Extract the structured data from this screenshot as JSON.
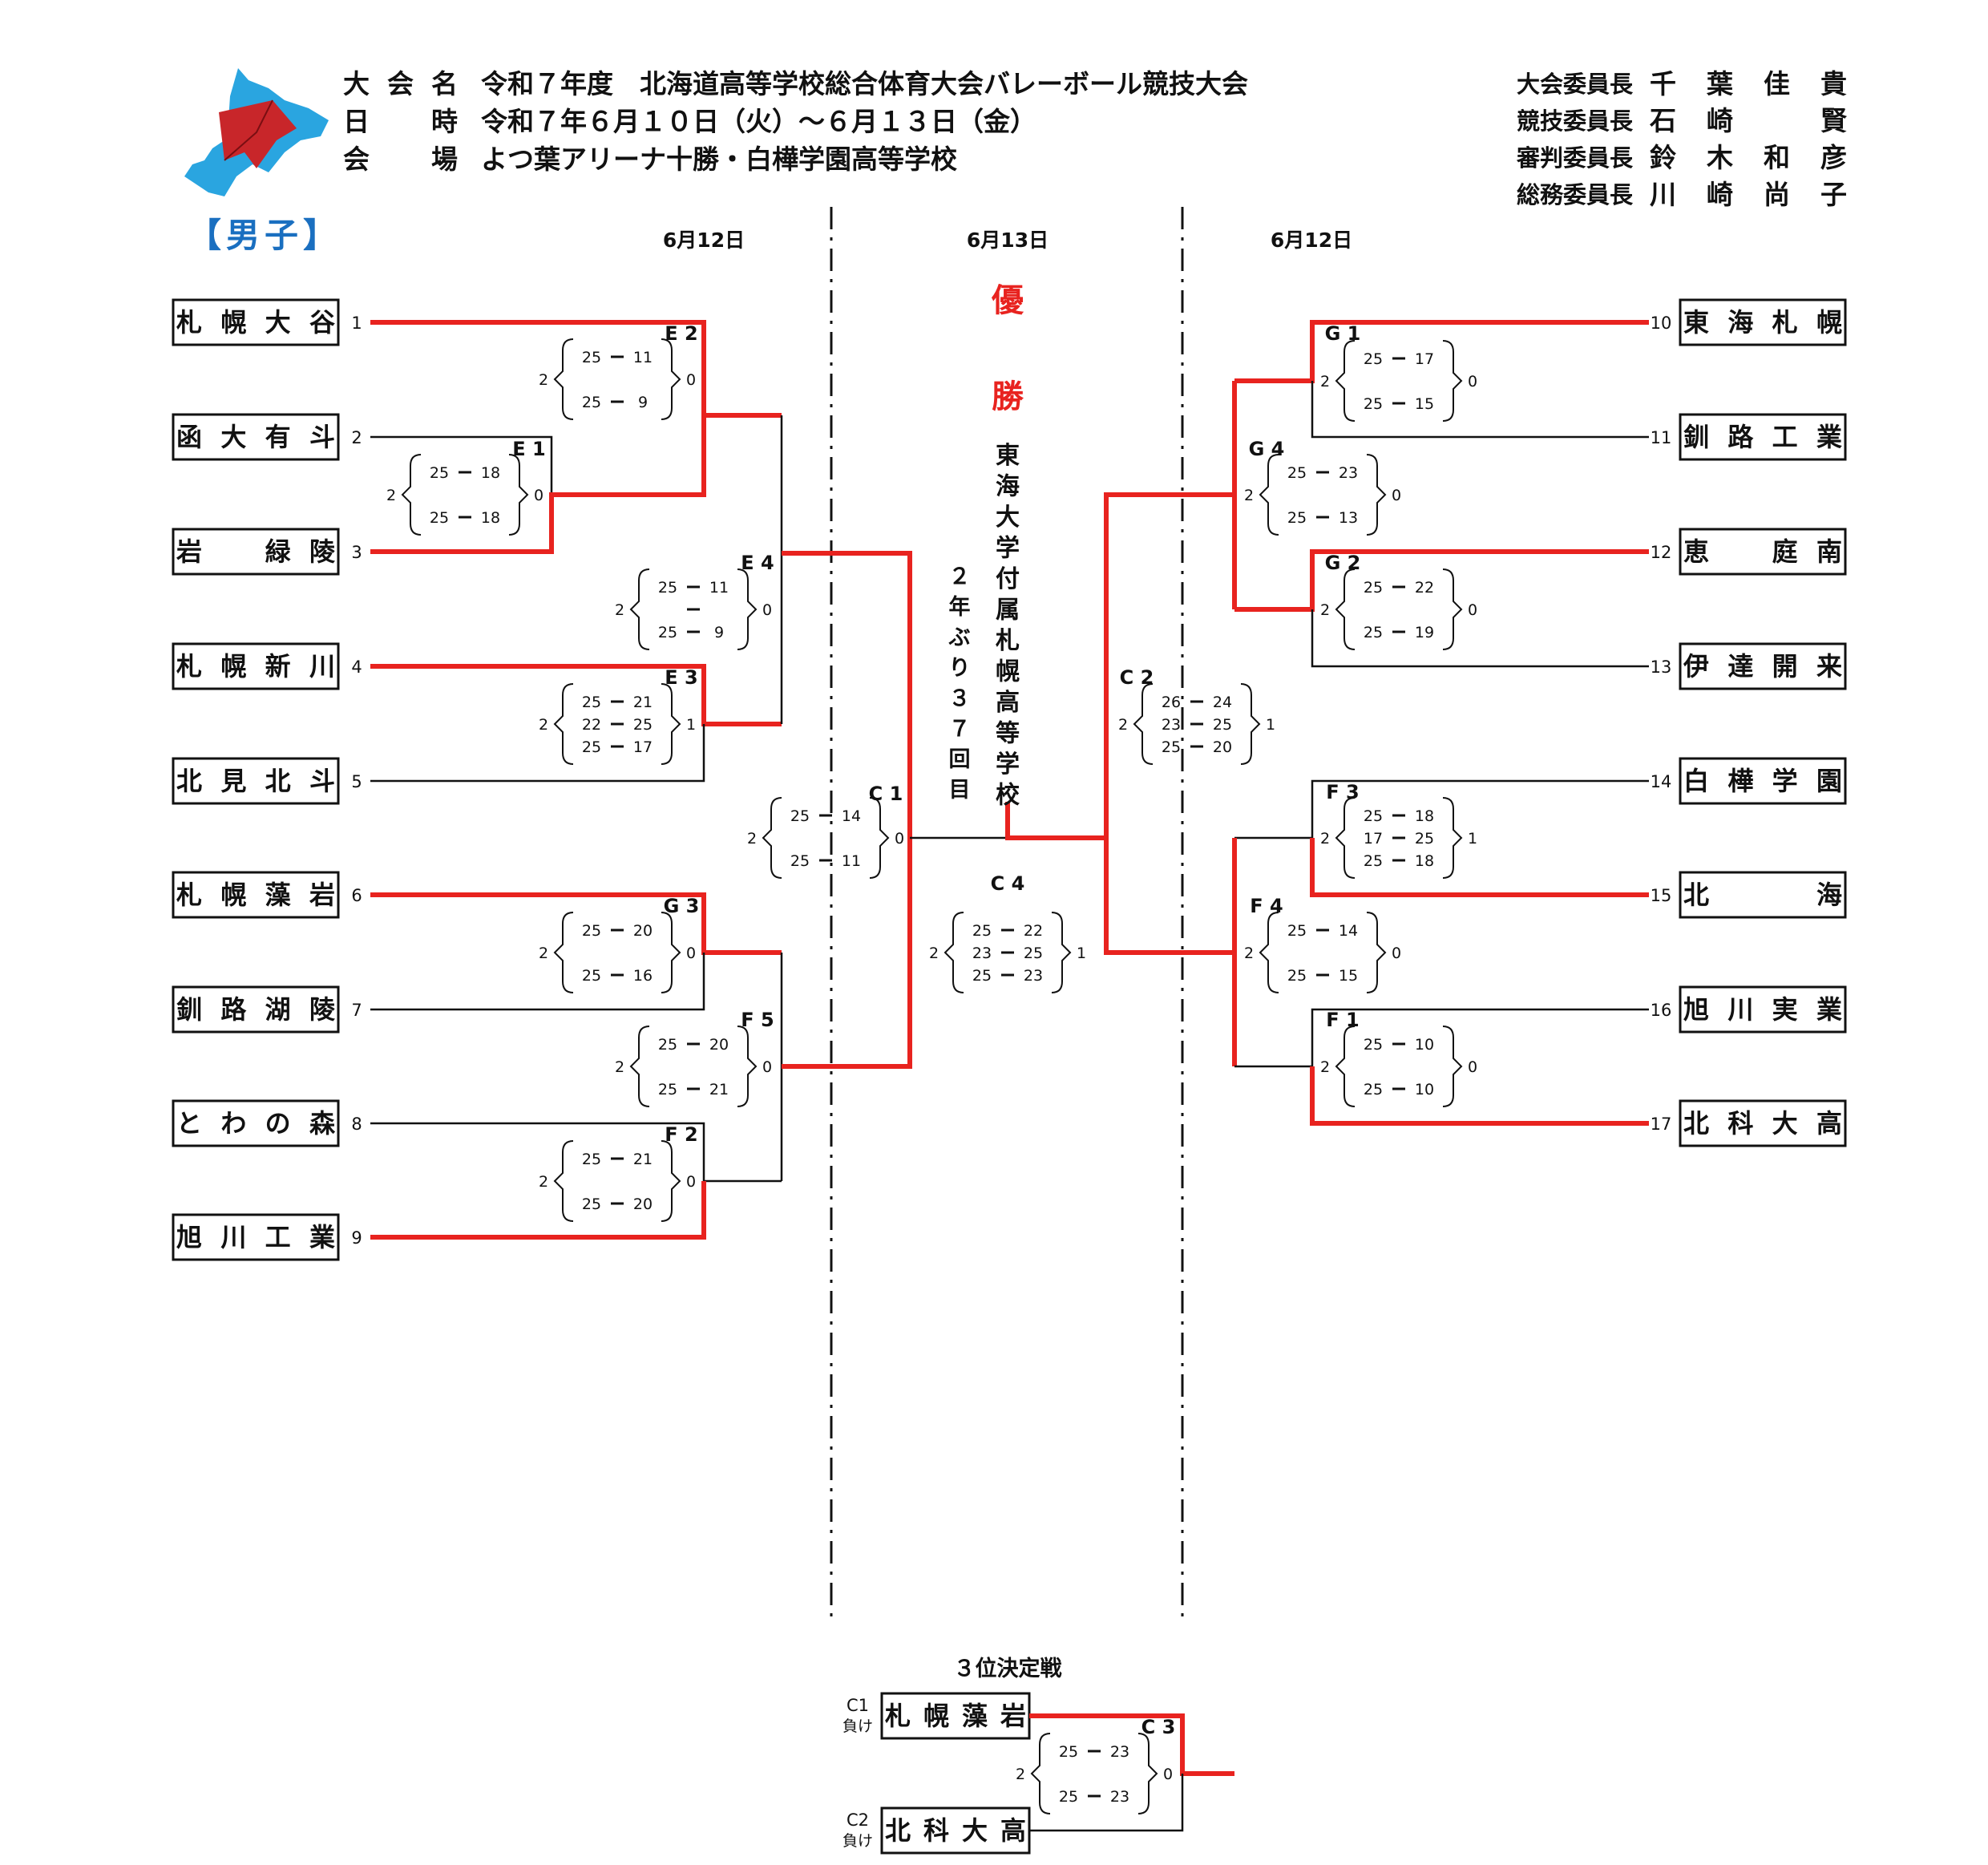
{
  "header": {
    "rows": [
      {
        "label": "大会名",
        "value": "令和７年度　北海道高等学校総合体育大会バレーボール競技大会"
      },
      {
        "label": "日　時",
        "value": "令和７年６月１０日（火）～６月１３日（金）"
      },
      {
        "label": "会　場",
        "value": "よつ葉アリーナ十勝・白樺学園高等学校"
      }
    ],
    "officials": [
      {
        "title": "大会委員長",
        "name": "千葉佳貴"
      },
      {
        "title": "競技委員長",
        "name": "石崎　賢"
      },
      {
        "title": "審判委員長",
        "name": "鈴木和彦"
      },
      {
        "title": "総務委員長",
        "name": "川崎尚子"
      }
    ],
    "division": "【男子】"
  },
  "dates": {
    "left": "6月12日",
    "center": "6月13日",
    "right": "6月12日"
  },
  "champion": {
    "title": "優勝",
    "school": "東海大学付属札幌高等学校",
    "note": "２年ぶり３７回目"
  },
  "colors": {
    "winner_line": "#e8231f",
    "line": "#111111",
    "division": "#1a6fc0"
  },
  "teams_left": [
    {
      "num": "1",
      "name": "札幌大谷"
    },
    {
      "num": "2",
      "name": "函大有斗"
    },
    {
      "num": "3",
      "name": "岩　緑陵"
    },
    {
      "num": "4",
      "name": "札幌新川"
    },
    {
      "num": "5",
      "name": "北見北斗"
    },
    {
      "num": "6",
      "name": "札幌藻岩"
    },
    {
      "num": "7",
      "name": "釧路湖陵"
    },
    {
      "num": "8",
      "name": "とわの森"
    },
    {
      "num": "9",
      "name": "旭川工業"
    }
  ],
  "teams_right": [
    {
      "num": "10",
      "name": "東海札幌"
    },
    {
      "num": "11",
      "name": "釧路工業"
    },
    {
      "num": "12",
      "name": "恵　庭南"
    },
    {
      "num": "13",
      "name": "伊達開来"
    },
    {
      "num": "14",
      "name": "白樺学園"
    },
    {
      "num": "15",
      "name": "北　　海"
    },
    {
      "num": "16",
      "name": "旭川実業"
    },
    {
      "num": "17",
      "name": "北科大高"
    }
  ],
  "matches": [
    {
      "id": "E 1",
      "score": {
        "left": "2",
        "right": "0",
        "sets": [
          [
            "25",
            "18"
          ],
          [
            "25",
            "18"
          ]
        ]
      }
    },
    {
      "id": "E 2",
      "score": {
        "left": "2",
        "right": "0",
        "sets": [
          [
            "25",
            "11"
          ],
          [
            "25",
            "9"
          ]
        ]
      }
    },
    {
      "id": "E 3",
      "score": {
        "left": "2",
        "right": "1",
        "sets": [
          [
            "25",
            "21"
          ],
          [
            "22",
            "25"
          ],
          [
            "25",
            "17"
          ]
        ]
      }
    },
    {
      "id": "E 4",
      "score": {
        "left": "2",
        "right": "0",
        "sets": [
          [
            "25",
            "11"
          ],
          [
            "",
            ""
          ],
          [
            "25",
            "9"
          ]
        ]
      }
    },
    {
      "id": "G 3",
      "score": {
        "left": "2",
        "right": "0",
        "sets": [
          [
            "25",
            "20"
          ],
          [
            "25",
            "16"
          ]
        ]
      }
    },
    {
      "id": "F 2",
      "score": {
        "left": "2",
        "right": "0",
        "sets": [
          [
            "25",
            "21"
          ],
          [
            "25",
            "20"
          ]
        ]
      }
    },
    {
      "id": "F 5",
      "score": {
        "left": "2",
        "right": "0",
        "sets": [
          [
            "25",
            "20"
          ],
          [
            "25",
            "21"
          ]
        ]
      }
    },
    {
      "id": "C 1",
      "score": {
        "left": "2",
        "right": "0",
        "sets": [
          [
            "25",
            "14"
          ],
          [
            "25",
            "11"
          ]
        ]
      }
    },
    {
      "id": "G 1",
      "score": {
        "left": "2",
        "right": "0",
        "sets": [
          [
            "25",
            "17"
          ],
          [
            "25",
            "15"
          ]
        ]
      }
    },
    {
      "id": "G 2",
      "score": {
        "left": "2",
        "right": "0",
        "sets": [
          [
            "25",
            "22"
          ],
          [
            "25",
            "19"
          ]
        ]
      }
    },
    {
      "id": "G 4",
      "score": {
        "left": "2",
        "right": "0",
        "sets": [
          [
            "25",
            "23"
          ],
          [
            "25",
            "13"
          ]
        ]
      }
    },
    {
      "id": "F 3",
      "score": {
        "left": "2",
        "right": "1",
        "sets": [
          [
            "25",
            "18"
          ],
          [
            "17",
            "25"
          ],
          [
            "25",
            "18"
          ]
        ]
      }
    },
    {
      "id": "F 1",
      "score": {
        "left": "2",
        "right": "0",
        "sets": [
          [
            "25",
            "10"
          ],
          [
            "25",
            "10"
          ]
        ]
      }
    },
    {
      "id": "F 4",
      "score": {
        "left": "2",
        "right": "0",
        "sets": [
          [
            "25",
            "14"
          ],
          [
            "25",
            "15"
          ]
        ]
      }
    },
    {
      "id": "C 2",
      "score": {
        "left": "2",
        "right": "1",
        "sets": [
          [
            "26",
            "24"
          ],
          [
            "23",
            "25"
          ],
          [
            "25",
            "20"
          ]
        ]
      }
    },
    {
      "id": "C 4",
      "score": {
        "left": "2",
        "right": "1",
        "sets": [
          [
            "25",
            "22"
          ],
          [
            "23",
            "25"
          ],
          [
            "25",
            "23"
          ]
        ]
      }
    },
    {
      "id": "C 3",
      "score": {
        "left": "2",
        "right": "0",
        "sets": [
          [
            "25",
            "23"
          ],
          [
            "25",
            "23"
          ]
        ]
      }
    }
  ],
  "third_place": {
    "title": "３位決定戦",
    "teams": [
      {
        "seed": "C1",
        "note": "負け",
        "name": "札幌藻岩"
      },
      {
        "seed": "C2",
        "note": "負け",
        "name": "北科大高"
      }
    ]
  }
}
